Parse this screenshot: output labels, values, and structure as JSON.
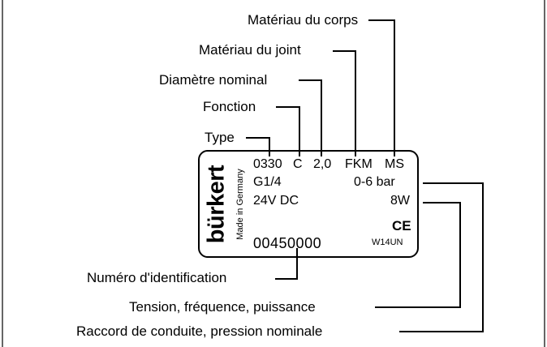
{
  "labels": {
    "body_material": "Matériau du corps",
    "seal_material": "Matériau du joint",
    "nominal_diameter": "Diamètre nominal",
    "function": "Fonction",
    "type": "Type",
    "id_number": "Numéro d'identification",
    "voltage_frequency_power": "Tension, fréquence, puissance",
    "connection_pressure": "Raccord de conduite, pression nominale"
  },
  "plate": {
    "brand": "bürkert",
    "made_in": "Made in Germany",
    "type_value": "0330",
    "function_value": "C",
    "diameter_value": "2,0",
    "seal_value": "FKM",
    "body_value": "MS",
    "connection_value": "G1/4",
    "pressure_value": "0-6 bar",
    "voltage_value": "24V DC",
    "power_value": "8W",
    "ce_mark": "CE",
    "date_code": "W14UN",
    "id_value": "00450000"
  }
}
